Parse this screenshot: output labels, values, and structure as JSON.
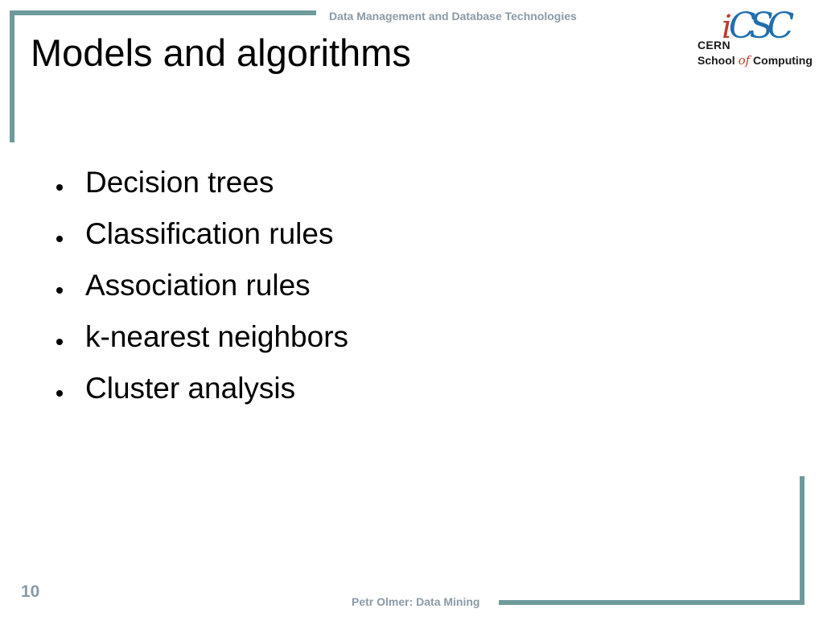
{
  "header": {
    "course": "Data Management and Database Technologies"
  },
  "title": "Models and algorithms",
  "logo": {
    "mark_i": "i",
    "mark_c1": "C",
    "mark_s": "S",
    "mark_c2": "C",
    "line1": "CERN",
    "line2_before": "School ",
    "line2_of": "of",
    "line2_after": " Computing"
  },
  "bullets": [
    "Decision trees",
    "Classification rules",
    "Association rules",
    "k-nearest neighbors",
    "Cluster analysis"
  ],
  "footer": {
    "page_number": "10",
    "author": "Petr Olmer: Data Mining"
  },
  "colors": {
    "accent_bar": "#6e9a9a",
    "muted_text": "#8a9aa6",
    "logo_red": "#c0392b",
    "logo_blue": "#1f6fb0"
  }
}
